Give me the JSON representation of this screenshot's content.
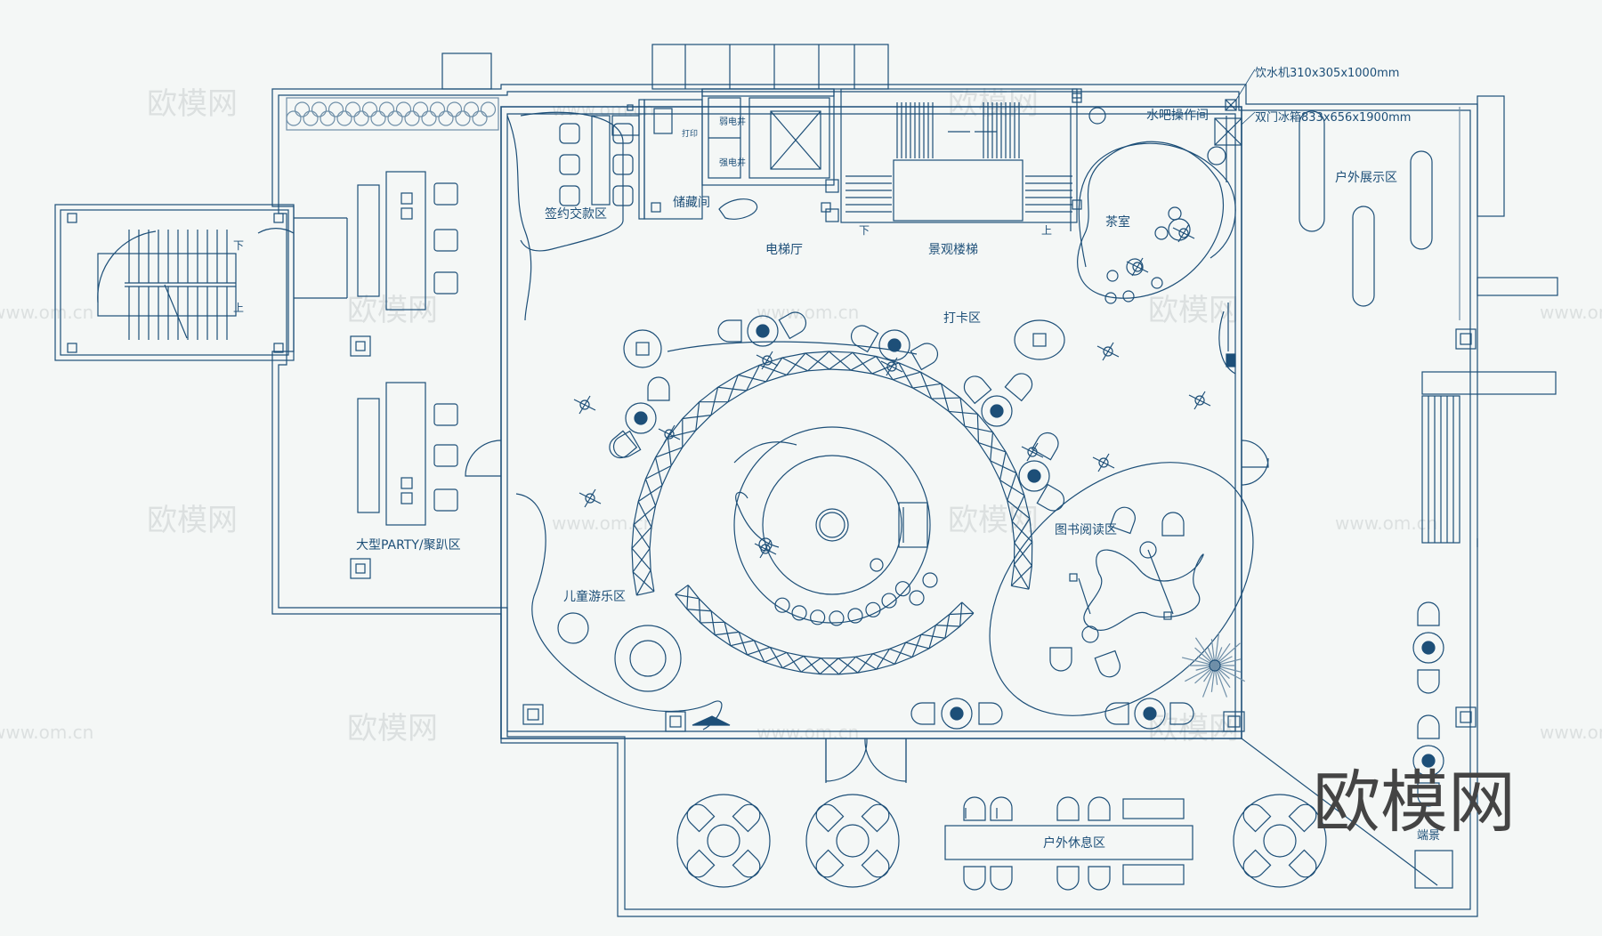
{
  "colors": {
    "background": "#f4f7f6",
    "line": "#1d4f78",
    "line_light": "#6f8fa8",
    "fill_dark": "#1d4f78",
    "watermark": "#c9cfcf",
    "brand": "#444444"
  },
  "labels": {
    "water_dispenser": "饮水机310x305x1000mm",
    "double_fridge": "双门冰箱833x656x1900mm",
    "bar_room": "水吧操作间",
    "outdoor_display": "户外展示区",
    "tea_room": "茶室",
    "signing_area": "签约交款区",
    "storage": "储藏间",
    "print": "打印",
    "weak_shaft": "弱电井",
    "strong_shaft": "强电井",
    "elevator_hall": "电梯厅",
    "scenic_stair": "景观楼梯",
    "checkin_area": "打卡区",
    "party_area": "大型PARTY/聚趴区",
    "kids_area": "儿童游乐区",
    "reading_area": "图书阅读区",
    "outdoor_rest": "户外休息区",
    "end_view": "端景",
    "down": "下",
    "up": "上"
  },
  "watermark": {
    "small_text": "欧模网",
    "url_text": "www.om.cn",
    "brand_text": "欧模网"
  }
}
